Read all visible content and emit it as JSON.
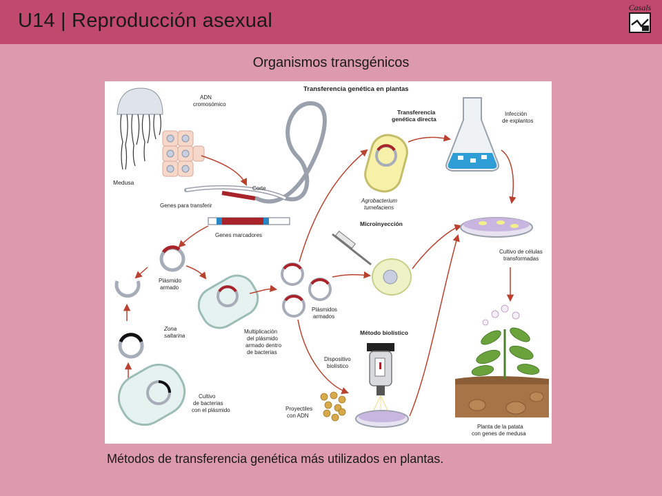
{
  "header": {
    "title": "U14 | Reproducción asexual",
    "logo_text": "Casals"
  },
  "subtitle": "Organismos transgénicos",
  "caption": "Métodos de transferencia genética más utilizados en plantas.",
  "diagram": {
    "title": "Transferencia genética en plantas",
    "labels": {
      "adn": [
        "ADN",
        "cromosómico"
      ],
      "medusa": "Medusa",
      "corte": "Corte",
      "genes_transferir": "Genes para transferir",
      "genes_marcadores": "Genes marcadores",
      "plasmido_armado": [
        "Plásmido",
        "armado"
      ],
      "zona_saltarina": [
        "Zona",
        "saltarina"
      ],
      "cultivo_bacterias": [
        "Cultivo",
        "de bacterias",
        "con el plásmido"
      ],
      "multiplicacion": [
        "Multiplicación",
        "del plásmido",
        "armado dentro",
        "de bacterias"
      ],
      "plasmidos_armados": [
        "Plásmidos",
        "armados"
      ],
      "transferencia_directa": [
        "Transferencia",
        "genética directa"
      ],
      "agrobacterium": [
        "Agrobacterium",
        "tumefaciens"
      ],
      "infeccion": [
        "Infección",
        "de explantos"
      ],
      "microinyeccion": "Microinyección",
      "cultivo_celulas": [
        "Cultivo de células",
        "transformadas"
      ],
      "metodo_biolistico": "Método biolístico",
      "dispositivo": [
        "Dispositivo",
        "biolístico"
      ],
      "proyectiles": [
        "Proyectiles",
        "con ADN"
      ],
      "planta": [
        "Planta de la patata",
        "con genes de medusa"
      ]
    }
  }
}
